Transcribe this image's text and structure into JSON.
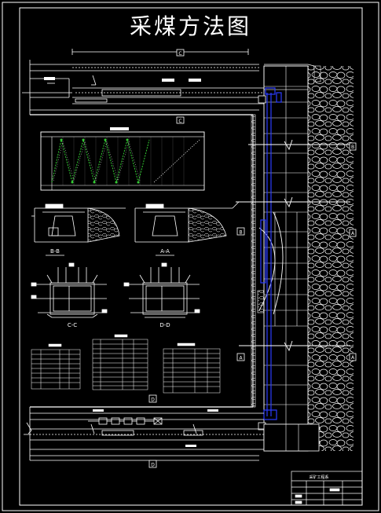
{
  "title": "采煤方法图",
  "section_labels": {
    "b_b": "B-B",
    "a_a": "A-A",
    "c_c": "C-C",
    "d_d": "D-D"
  },
  "marker_letters": {
    "c": "C",
    "d": "D",
    "a": "A",
    "b": "B"
  },
  "title_block": {
    "name": "采矿工程系"
  },
  "colors": {
    "background": "#000000",
    "line": "#ffffff",
    "accent_blue": "#2b3cff",
    "accent_green": "#33cc33",
    "coal_gray": "#9a9a9a"
  }
}
